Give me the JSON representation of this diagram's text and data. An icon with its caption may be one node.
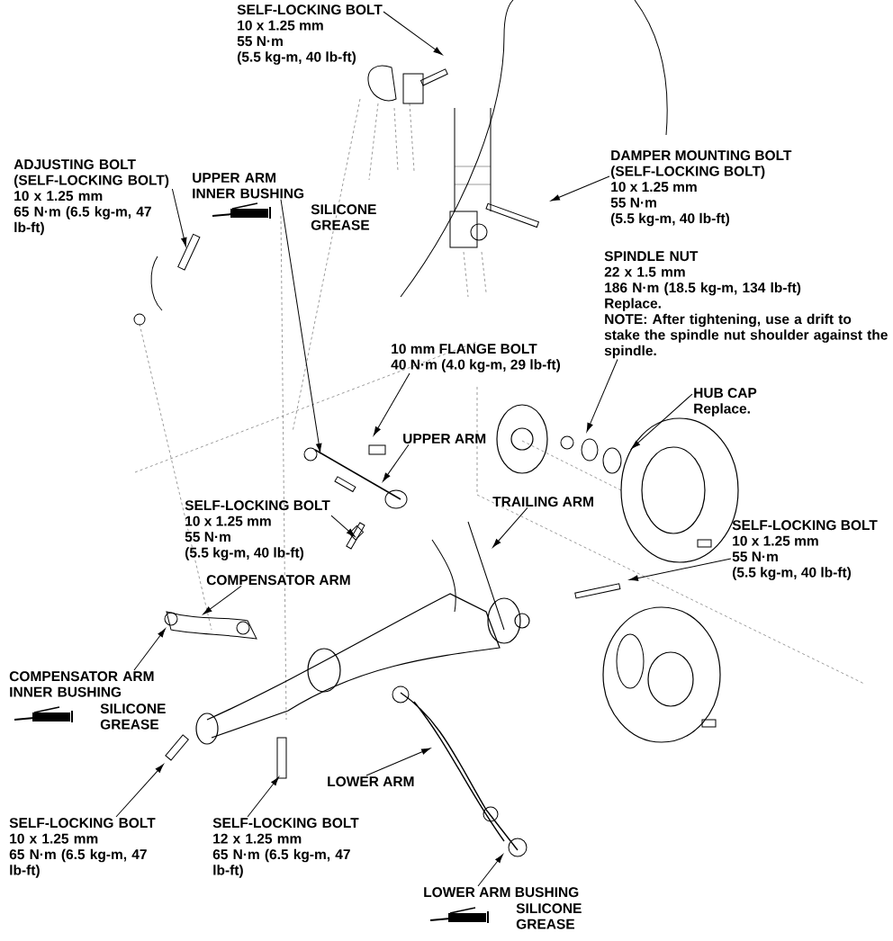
{
  "diagram": {
    "nodes": [
      {
        "text": [
          "SELF-LOCKING BOLT",
          "10 x 1.25 mm",
          "55 N·m",
          "(5.5 kg-m, 40 lb-ft)"
        ]
      },
      {
        "text": [
          "ADJUSTING BOLT",
          "(SELF-LOCKING BOLT)",
          "10 x 1.25 mm",
          "65 N·m (6.5 kg-m, 47 lb-ft)"
        ]
      },
      {
        "text": [
          "UPPER ARM INNER BUSHING"
        ]
      },
      {
        "text": [
          "DAMPER MOUNTING BOLT",
          "(SELF-LOCKING BOLT)",
          "10 x 1.25 mm",
          "55 N·m",
          "(5.5 kg-m, 40 lb-ft)"
        ]
      },
      {
        "text": [
          "SPINDLE NUT",
          "22 x 1.5 mm",
          "186 N·m (18.5 kg-m, 134 lb-ft)",
          "Replace.",
          "NOTE:  After tightening, use a drift to stake the spindle nut shoulder against the spindle."
        ]
      },
      {
        "text": [
          "10 mm FLANGE BOLT",
          "40 N·m (4.0 kg-m, 29 lb-ft)"
        ]
      },
      {
        "text": [
          "HUB CAP",
          "Replace."
        ]
      },
      {
        "text": [
          "UPPER ARM"
        ]
      },
      {
        "text": [
          "TRAILING ARM"
        ]
      },
      {
        "text": [
          "SELF-LOCKING BOLT",
          "10 x 1.25 mm",
          "55 N·m",
          "(5.5 kg-m, 40 lb-ft)"
        ]
      },
      {
        "text": [
          "SELF-LOCKING BOLT",
          "10 x 1.25 mm",
          "55 N·m",
          "(5.5 kg-m, 40 lb-ft)"
        ]
      },
      {
        "text": [
          "COMPENSATOR ARM"
        ]
      },
      {
        "text": [
          "COMPENSATOR ARM INNER BUSHING"
        ]
      },
      {
        "text": [
          "SELF-LOCKING BOLT",
          "10 x 1.25 mm",
          "65 N·m (6.5 kg-m, 47 lb-ft)"
        ]
      },
      {
        "text": [
          "SELF-LOCKING BOLT",
          "12 x 1.25 mm",
          "65 N·m (6.5 kg-m, 47 lb-ft)"
        ]
      },
      {
        "text": [
          "LOWER ARM"
        ]
      },
      {
        "text": [
          "LOWER ARM BUSHING"
        ]
      }
    ],
    "edges": [
      {
        "from": 0,
        "to": null,
        "arrow": "to"
      },
      {
        "from": 1,
        "to": null,
        "arrow": "to"
      },
      {
        "from": 2,
        "to": null,
        "arrow": "to"
      },
      {
        "from": 3,
        "to": null,
        "arrow": "to"
      },
      {
        "from": 4,
        "to": null,
        "arrow": "to"
      },
      {
        "from": 5,
        "to": null,
        "arrow": "to"
      },
      {
        "from": 6,
        "to": null,
        "arrow": "to"
      },
      {
        "from": 7,
        "to": null,
        "arrow": "to"
      },
      {
        "from": 8,
        "to": null,
        "arrow": "to"
      },
      {
        "from": 9,
        "to": null,
        "arrow": "to"
      },
      {
        "from": 10,
        "to": null,
        "arrow": "to"
      },
      {
        "from": 11,
        "to": null,
        "arrow": "to"
      },
      {
        "from": 12,
        "to": null,
        "arrow": "to"
      },
      {
        "from": 13,
        "to": null,
        "arrow": "to"
      },
      {
        "from": 14,
        "to": null,
        "arrow": "to"
      },
      {
        "from": 15,
        "to": null,
        "arrow": "to"
      },
      {
        "from": 16,
        "to": null,
        "arrow": "to"
      }
    ],
    "labels": [
      "SILICONE GREASE",
      "SILICONE GREASE",
      "SILICONE GREASE"
    ]
  }
}
